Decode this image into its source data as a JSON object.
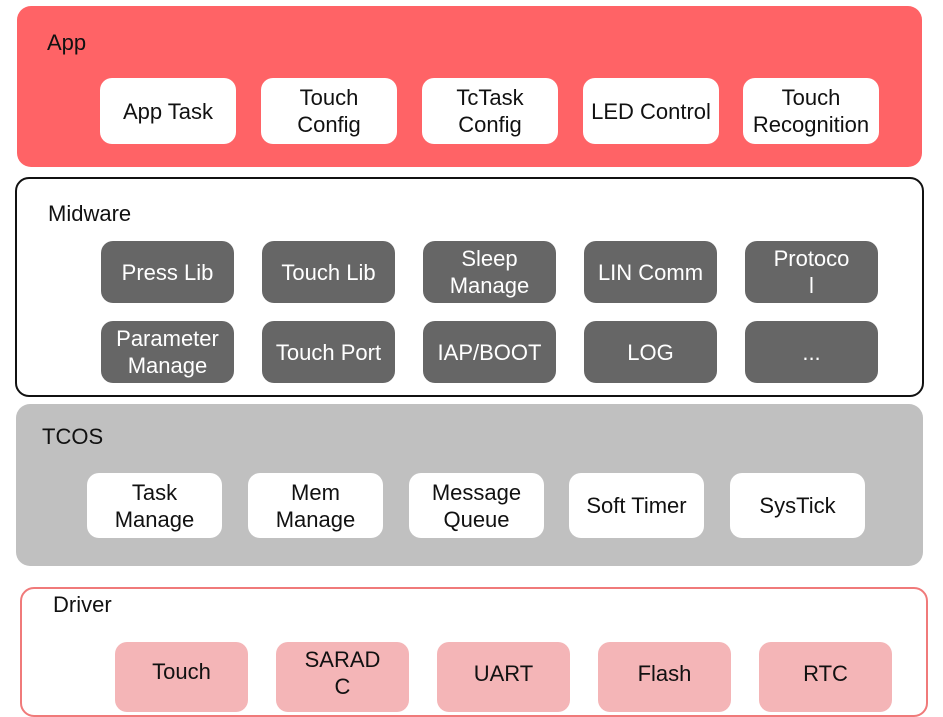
{
  "app": {
    "title": "App",
    "items": [
      "App Task",
      "Touch\nConfig",
      "TcTask\nConfig",
      "LED Control",
      "Touch\nRecognition"
    ]
  },
  "midware": {
    "title": "Midware",
    "items": [
      "Press Lib",
      "Touch Lib",
      "Sleep\nManage",
      "LIN Comm",
      "Protoco\nl",
      "Parameter\nManage",
      "Touch Port",
      "IAP/BOOT",
      "LOG",
      "..."
    ]
  },
  "tcos": {
    "title": "TCOS",
    "items": [
      "Task\nManage",
      "Mem\nManage",
      "Message\nQueue",
      "Soft Timer",
      "SysTick"
    ]
  },
  "driver": {
    "title": "Driver",
    "items": [
      "Touch",
      "SARAD\nC",
      "UART",
      "Flash",
      "RTC"
    ]
  },
  "colors": {
    "app_layer": "#ff6366",
    "midware_box": "#666666",
    "tcos_layer": "#c0c0c0",
    "driver_box": "#f4b5b7",
    "driver_border": "#f07a7a"
  }
}
